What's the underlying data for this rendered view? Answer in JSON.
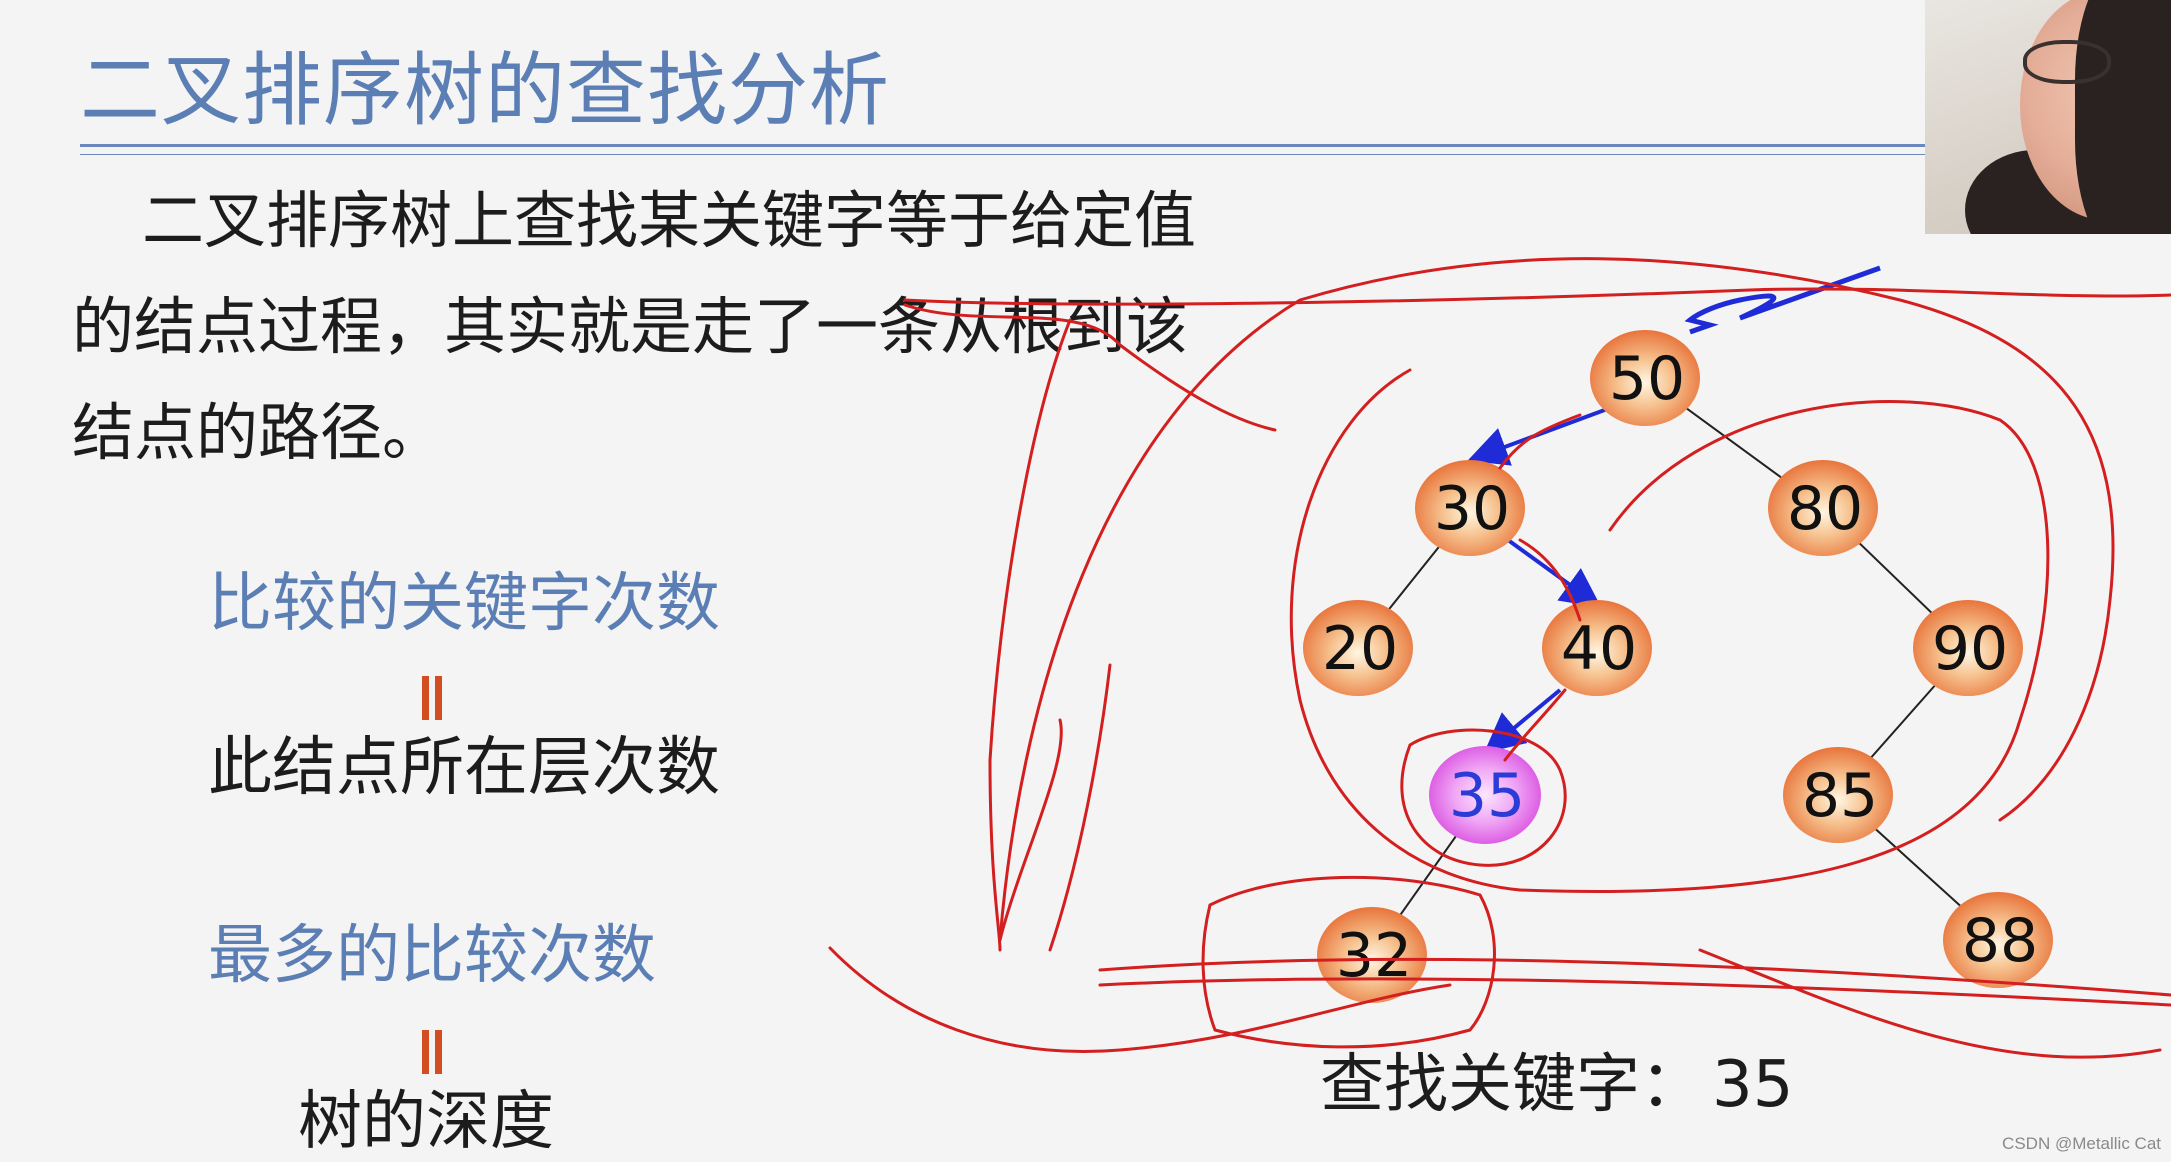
{
  "slide": {
    "title": "二叉排序树的查找分析",
    "paragraph": [
      "二叉排序树上查找某关键字等于给定值",
      "的结点过程，其实就是走了一条从根到该",
      "结点的路径。"
    ],
    "left_labels": {
      "compare_count": "比较的关键字次数",
      "node_level": "此结点所在层次数",
      "max_compare": "最多的比较次数",
      "tree_depth": "树的深度"
    },
    "search": {
      "label": "查找关键字：",
      "value": "35"
    }
  },
  "tree": {
    "nodes": [
      {
        "id": "n50",
        "label": "50",
        "highlight": false
      },
      {
        "id": "n30",
        "label": "30",
        "highlight": false
      },
      {
        "id": "n80",
        "label": "80",
        "highlight": false
      },
      {
        "id": "n20",
        "label": "20",
        "highlight": false
      },
      {
        "id": "n40",
        "label": "40",
        "highlight": false
      },
      {
        "id": "n90",
        "label": "90",
        "highlight": false
      },
      {
        "id": "n35",
        "label": "35",
        "highlight": true
      },
      {
        "id": "n85",
        "label": "85",
        "highlight": false
      },
      {
        "id": "n32",
        "label": "32",
        "highlight": false
      },
      {
        "id": "n88",
        "label": "88",
        "highlight": false
      }
    ],
    "colors": {
      "node": "#e8743b",
      "highlight": "#d94fe0",
      "path_arrow": "#1f2bd6",
      "edge": "#222222",
      "pen": "#d31f1f"
    }
  },
  "watermark": "CSDN @Metallic Cat"
}
